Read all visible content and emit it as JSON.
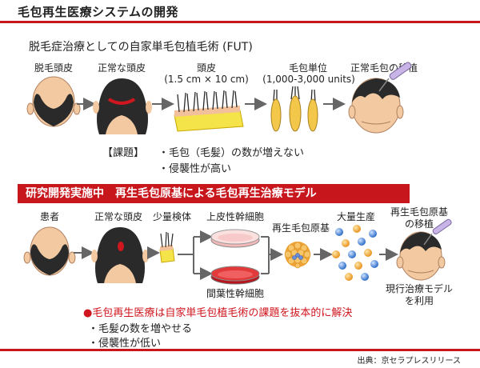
{
  "header": {
    "title": "毛包再生医療システムの開発"
  },
  "section1": {
    "title": "脱毛症治療としての自家単毛包植毛術 (FUT)",
    "steps": [
      {
        "label": "脱毛頭皮"
      },
      {
        "label": "正常な頭皮"
      },
      {
        "label": "頭皮",
        "sublabel": "(1.5 cm × 10 cm)"
      },
      {
        "label": "毛包単位",
        "sublabel": "(1,000-3,000 units)"
      },
      {
        "label": "正常毛包の移植"
      }
    ],
    "issues_label": "【課題】",
    "issues": [
      "・毛包（毛髪）の数が増えない",
      "・侵襲性が高い"
    ]
  },
  "section2": {
    "banner_left": "研究開発実施中",
    "banner_right": "再生毛包原基による毛包再生治療モデル",
    "labels": {
      "patient": "患者",
      "normal_scalp": "正常な頭皮",
      "small_sample": "少量検体",
      "epithelial": "上皮性幹細胞",
      "mesenchymal": "間葉性幹細胞",
      "germ": "再生毛包原基",
      "mass_production": "大量生産",
      "transplant_line1": "再生毛包原基",
      "transplant_line2": "の移植",
      "current_line1": "現行治療モデル",
      "current_line2": "を利用"
    },
    "solution": "●毛包再生医療は自家単毛包植毛術の課題を抜本的に解決",
    "benefits": [
      "・毛髪の数を増やせる",
      "・侵襲性が低い"
    ]
  },
  "footer": {
    "source": "出典：京セラプレスリリース"
  },
  "colors": {
    "accent": "#c8161d",
    "arrow": "#666666",
    "skin": "#f2c9a0",
    "hair": "#2a2a2a"
  }
}
